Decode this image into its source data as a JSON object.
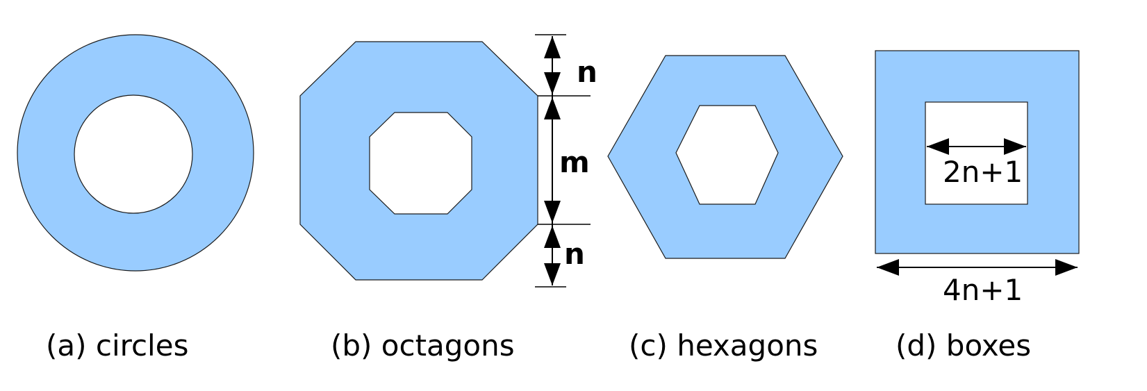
{
  "colors": {
    "fill": "#99ccff",
    "outline": "#1a1a1a",
    "background": "#ffffff"
  },
  "panels": [
    {
      "id": "a",
      "caption": "(a) circles",
      "shape": "circle"
    },
    {
      "id": "b",
      "caption": "(b) octagons",
      "shape": "octagon"
    },
    {
      "id": "c",
      "caption": "(c) hexagons",
      "shape": "hexagon"
    },
    {
      "id": "d",
      "caption": "(d) boxes",
      "shape": "box"
    }
  ],
  "dimensions": {
    "octagon_top_gap": "n",
    "octagon_inner": "m",
    "octagon_bottom_gap": "n",
    "box_inner_width": "2n+1",
    "box_outer_width": "4n+1"
  }
}
